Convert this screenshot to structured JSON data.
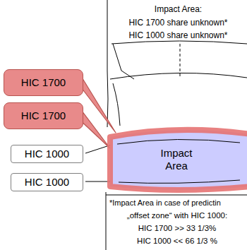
{
  "diagram": {
    "nodes": [
      {
        "text": [
          "HIC 1700"
        ]
      },
      {
        "text": [
          "HIC 1700"
        ]
      },
      {
        "text": [
          "Impact Area"
        ]
      },
      {
        "text": [
          "HIC 1000"
        ]
      },
      {
        "text": [
          "HIC 1000"
        ]
      }
    ],
    "edges": [
      {
        "from": 0,
        "to": 2,
        "arrow": "none"
      },
      {
        "from": 1,
        "to": 2,
        "arrow": "none"
      }
    ],
    "labels": [
      "Impact Area:",
      "HIC 1700 share unknown*",
      "HIC 1000 share unknown*",
      "*Impact Area in case of predictin",
      "„offset zone“ with HIC 1000:",
      "HIC 1700 >> 33 1/3%",
      "HIC 1000 << 66 1/3 %"
    ]
  }
}
